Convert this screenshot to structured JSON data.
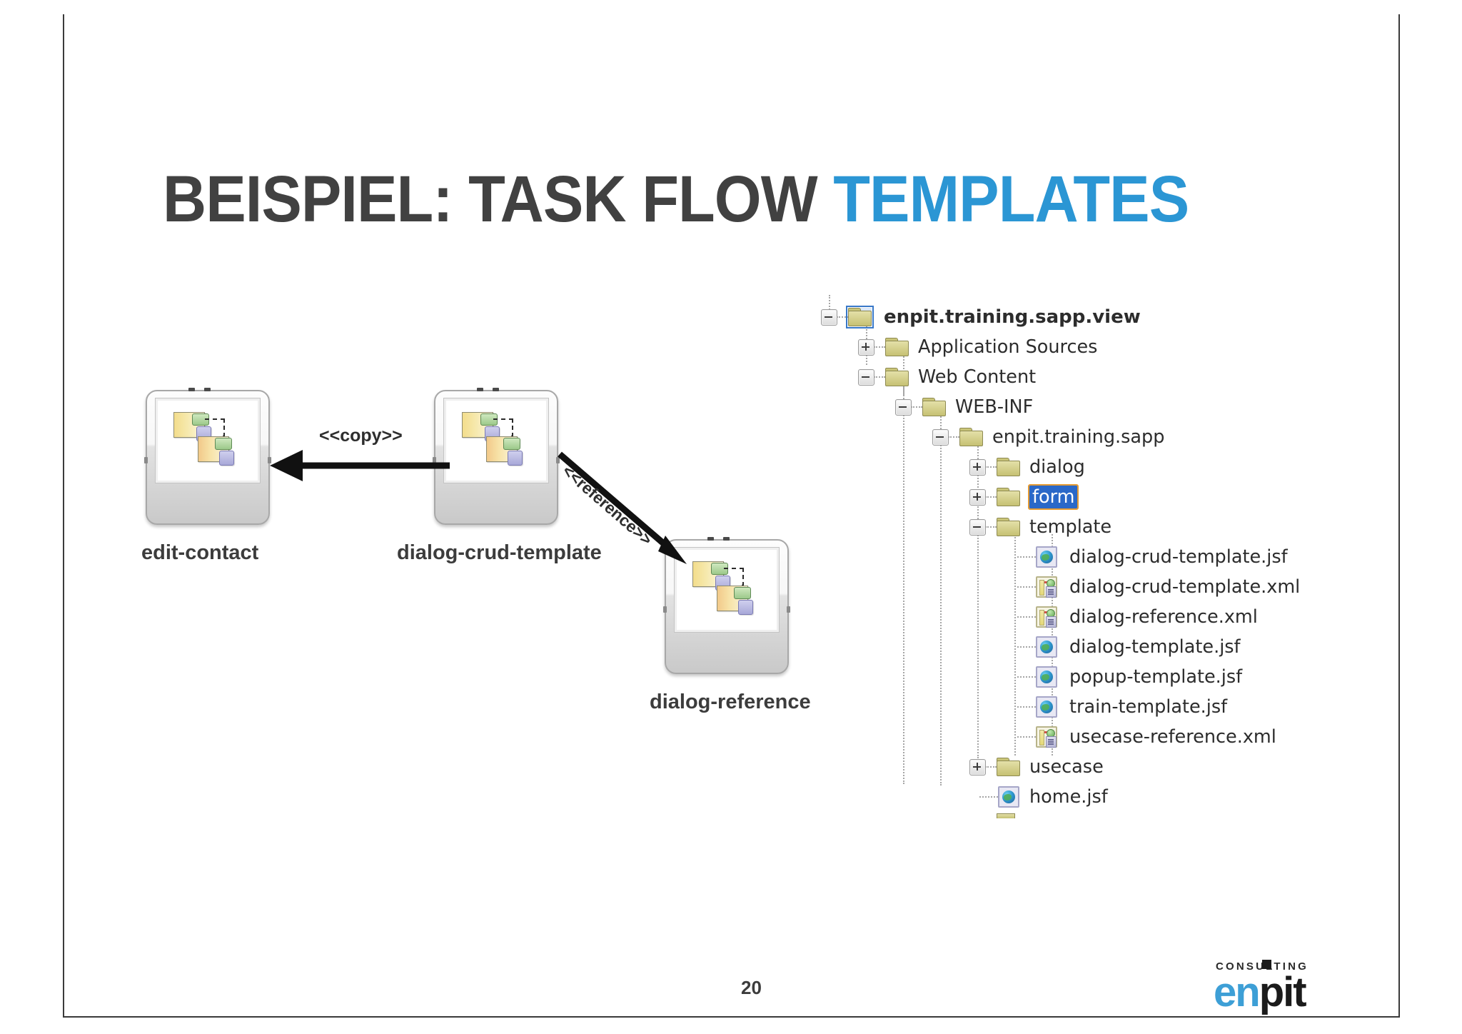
{
  "slide": {
    "title_dark": "BEISPIEL: TASK FLOW",
    "title_blue": "TEMPLATES",
    "page_number": "20",
    "accent_blue": "#2b96d4",
    "title_dark_color": "#414141"
  },
  "diagram": {
    "nodes": [
      {
        "id": "edit-contact",
        "label": "edit-contact",
        "icon": "task-flow-icon"
      },
      {
        "id": "dialog-crud-template",
        "label": "dialog-crud-template",
        "icon": "task-flow-icon"
      },
      {
        "id": "dialog-reference",
        "label": "dialog-reference",
        "icon": "task-flow-icon"
      }
    ],
    "edges": [
      {
        "label": "<<copy>>",
        "from": "dialog-crud-template",
        "to": "edit-contact"
      },
      {
        "label": "<<reference>>",
        "from": "dialog-crud-template",
        "to": "dialog-reference"
      }
    ]
  },
  "tree": {
    "nodes": [
      {
        "label": "enpit.training.sapp.view",
        "indent": 0,
        "toggle": "minus",
        "icon": "folder-selected-icon",
        "bold": true,
        "selected_icon": true
      },
      {
        "label": "Application Sources",
        "indent": 1,
        "toggle": "plus",
        "icon": "folder-icon"
      },
      {
        "label": "Web Content",
        "indent": 1,
        "toggle": "minus",
        "icon": "folder-icon"
      },
      {
        "label": "WEB-INF",
        "indent": 2,
        "toggle": "minus",
        "icon": "folder-icon"
      },
      {
        "label": "enpit.training.sapp",
        "indent": 3,
        "toggle": "minus",
        "icon": "folder-icon"
      },
      {
        "label": "dialog",
        "indent": 4,
        "toggle": "plus",
        "icon": "folder-icon"
      },
      {
        "label": "form",
        "indent": 4,
        "toggle": "plus",
        "icon": "folder-icon",
        "selected": true
      },
      {
        "label": "template",
        "indent": 4,
        "toggle": "minus",
        "icon": "folder-icon"
      },
      {
        "label": "dialog-crud-template.jsf",
        "indent": 5,
        "toggle": "none",
        "icon": "jsf-file-icon"
      },
      {
        "label": "dialog-crud-template.xml",
        "indent": 5,
        "toggle": "none",
        "icon": "xml-file-icon"
      },
      {
        "label": "dialog-reference.xml",
        "indent": 5,
        "toggle": "none",
        "icon": "xml-file-icon"
      },
      {
        "label": "dialog-template.jsf",
        "indent": 5,
        "toggle": "none",
        "icon": "jsf-file-icon"
      },
      {
        "label": "popup-template.jsf",
        "indent": 5,
        "toggle": "none",
        "icon": "jsf-file-icon"
      },
      {
        "label": "train-template.jsf",
        "indent": 5,
        "toggle": "none",
        "icon": "jsf-file-icon"
      },
      {
        "label": "usecase-reference.xml",
        "indent": 5,
        "toggle": "none",
        "icon": "xml-file-icon"
      },
      {
        "label": "usecase",
        "indent": 4,
        "toggle": "plus",
        "icon": "folder-icon"
      },
      {
        "label": "home.jsf",
        "indent": 4,
        "toggle": "none",
        "icon": "jsf-file-icon"
      }
    ],
    "selection": {
      "label": "form",
      "bg": "#2a68c8",
      "border": "#e49a32"
    }
  },
  "logo": {
    "consulting": "CONSULTING",
    "en": "en",
    "pit": "pit",
    "en_color": "#3d9fd6",
    "pit_color": "#1b1b1b"
  }
}
